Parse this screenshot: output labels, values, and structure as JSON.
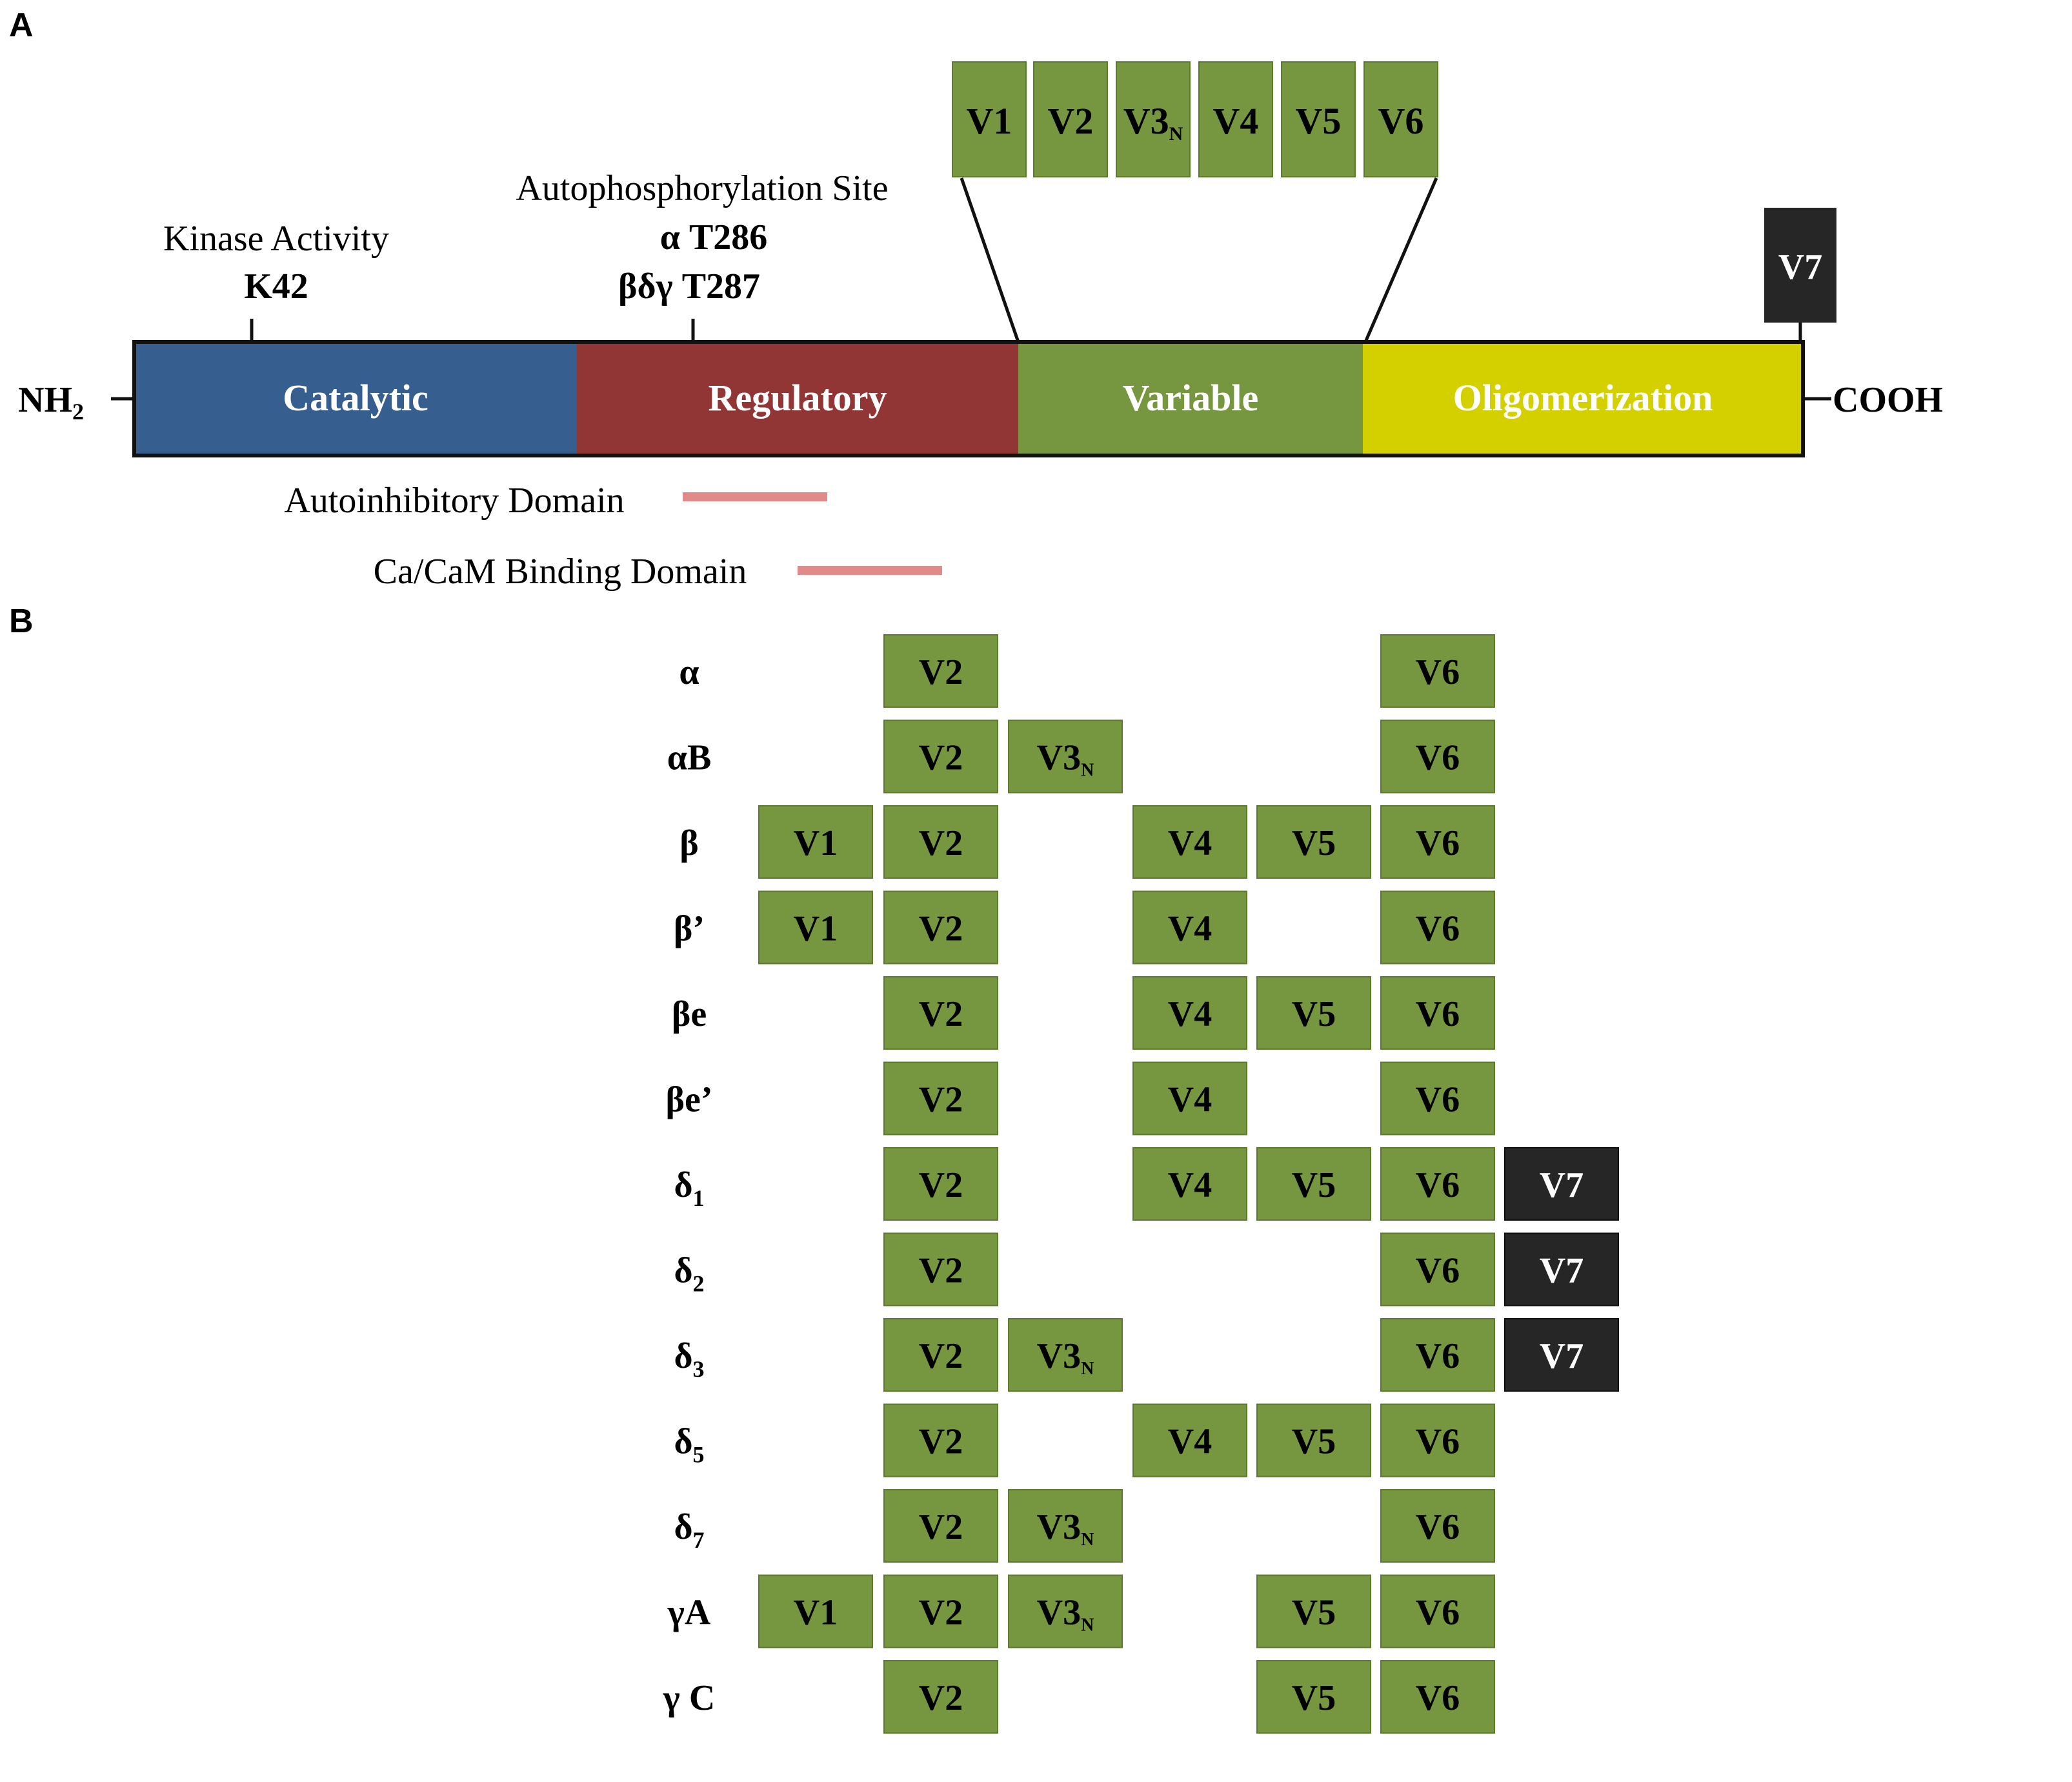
{
  "panel_a": {
    "label": "A",
    "nh2": "NH",
    "nh2_sub": "2",
    "cooh": "COOH",
    "domains": [
      {
        "name": "Catalytic",
        "color": "#365e8f"
      },
      {
        "name": "Regulatory",
        "color": "#923535"
      },
      {
        "name": "Variable",
        "color": "#76963f"
      },
      {
        "name": "Oligomerization",
        "color": "#d4d000"
      }
    ],
    "kinase_title": "Kinase Activity",
    "kinase_site": "K42",
    "autophos_title": "Autophosphorylation Site",
    "autophos_alpha": "α T286",
    "autophos_bdg": "βδγ T287",
    "variable_boxes": [
      {
        "label": "V1",
        "sub": ""
      },
      {
        "label": "V2",
        "sub": ""
      },
      {
        "label": "V3",
        "sub": "N"
      },
      {
        "label": "V4",
        "sub": ""
      },
      {
        "label": "V5",
        "sub": ""
      },
      {
        "label": "V6",
        "sub": ""
      }
    ],
    "v7": "V7",
    "autoinhibitory_label": "Autoinhibitory Domain",
    "cam_label": "Ca/CaM Binding Domain",
    "domain_bar_color": "#e08a8a"
  },
  "panel_b": {
    "label": "B",
    "columns": [
      {
        "label": "V1",
        "sub": ""
      },
      {
        "label": "V2",
        "sub": ""
      },
      {
        "label": "V3",
        "sub": "N"
      },
      {
        "label": "V4",
        "sub": ""
      },
      {
        "label": "V5",
        "sub": ""
      },
      {
        "label": "V6",
        "sub": ""
      },
      {
        "label": "V7",
        "sub": ""
      }
    ],
    "rows": [
      {
        "name": "α",
        "sub": "",
        "present": [
          2,
          6
        ]
      },
      {
        "name": "αB",
        "sub": "",
        "present": [
          2,
          3,
          6
        ]
      },
      {
        "name": "β",
        "sub": "",
        "present": [
          1,
          2,
          4,
          5,
          6
        ]
      },
      {
        "name": "β’",
        "sub": "",
        "present": [
          1,
          2,
          4,
          6
        ]
      },
      {
        "name": "βe",
        "sub": "",
        "present": [
          2,
          4,
          5,
          6
        ]
      },
      {
        "name": "βe’",
        "sub": "",
        "present": [
          2,
          4,
          6
        ]
      },
      {
        "name": "δ",
        "sub": "1",
        "present": [
          2,
          4,
          5,
          6,
          7
        ]
      },
      {
        "name": "δ",
        "sub": "2",
        "present": [
          2,
          6,
          7
        ]
      },
      {
        "name": "δ",
        "sub": "3",
        "present": [
          2,
          3,
          6,
          7
        ]
      },
      {
        "name": "δ",
        "sub": "5",
        "present": [
          2,
          4,
          5,
          6
        ]
      },
      {
        "name": "δ",
        "sub": "7",
        "present": [
          2,
          3,
          6
        ]
      },
      {
        "name": "γA",
        "sub": "",
        "present": [
          1,
          2,
          3,
          5,
          6
        ]
      },
      {
        "name": "γ C",
        "sub": "",
        "present": [
          2,
          5,
          6
        ]
      }
    ]
  },
  "colors": {
    "variable_box": "#76963f",
    "v7_box": "#262626",
    "outline": "#111111"
  }
}
